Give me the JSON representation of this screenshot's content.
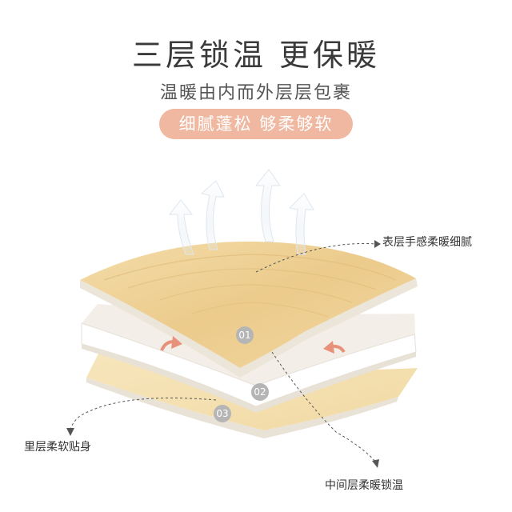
{
  "header": {
    "title": "三层锁温 更保暖",
    "subtitle": "温暖由内而外层层包裹",
    "pill": "细腻蓬松 够柔够软"
  },
  "layers": {
    "top_label": "表层手感柔暖细腻",
    "middle_label": "中间层柔暖锁温",
    "bottom_label": "里层柔软贴身",
    "badges": [
      "01",
      "02",
      "03"
    ]
  },
  "colors": {
    "pill": "#f0b8a0",
    "wood": "#efd39a",
    "bottom_fabric": "#f5e2b4",
    "badge": "#b5b5b5",
    "arrow_accent": "#e8917a"
  }
}
